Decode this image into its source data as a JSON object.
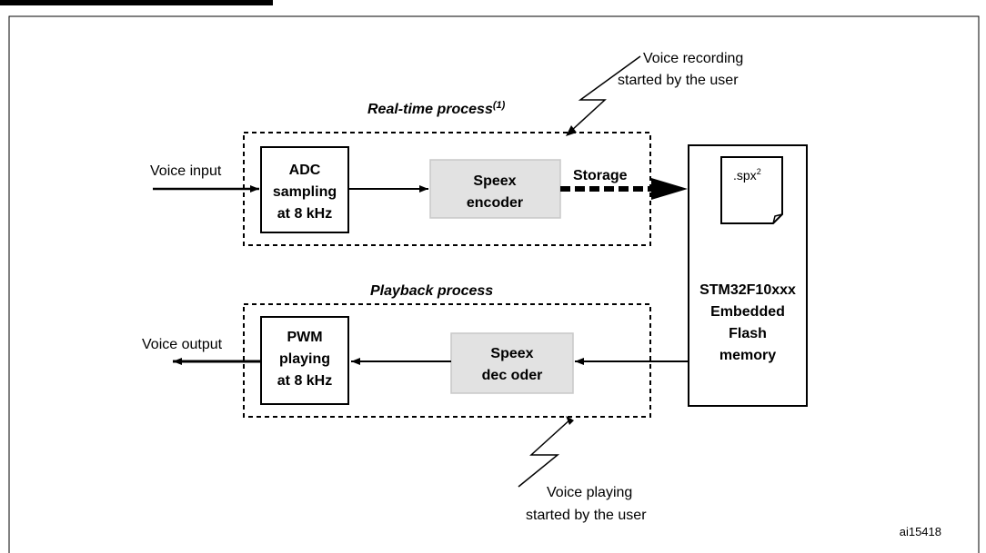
{
  "figure": {
    "title_fragment": "Figure: Speex recording / playback system (title partially cropped)",
    "reference_id": "ai15418"
  },
  "regions": {
    "realtime_title": "Real-time process",
    "realtime_superscript": "(1)",
    "playback_title": "Playback process"
  },
  "blocks": {
    "adc": [
      "ADC",
      "sampling",
      "at 8 kHz"
    ],
    "speex_encoder": [
      "Speex",
      "encoder"
    ],
    "pwm": [
      "PWM",
      "playing",
      "at 8 kHz"
    ],
    "speex_decoder": [
      "Speex",
      "dec oder"
    ],
    "flash": [
      "STM32F10xxx",
      "Embedded",
      "Flash",
      "memory"
    ],
    "file_name": ".spx",
    "file_superscript": "2"
  },
  "signals": {
    "voice_input": "Voice input",
    "voice_output": "Voice output",
    "storage": "Storage"
  },
  "triggers": {
    "recording": [
      "Voice recording",
      "started by the user"
    ],
    "playing": [
      "Voice playing",
      "started by the user"
    ]
  },
  "colors": {
    "block_fill": "#e2e2e2",
    "block_border": "#c8c8c8",
    "line": "#000000"
  }
}
